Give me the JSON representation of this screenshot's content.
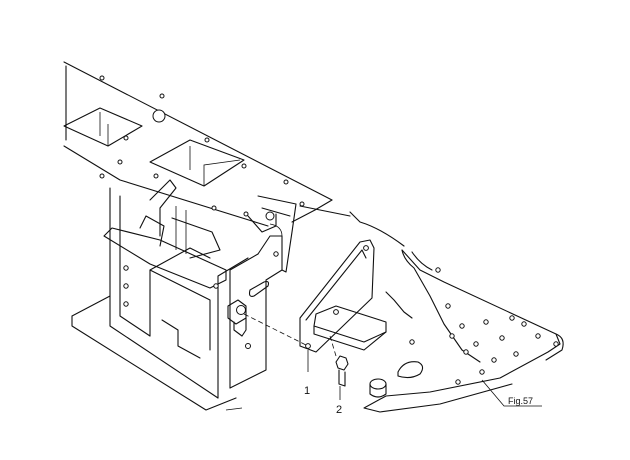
{
  "callouts": [
    {
      "label": "1"
    },
    {
      "label": "2"
    }
  ],
  "figure_ref": {
    "label": "Fig.57"
  }
}
